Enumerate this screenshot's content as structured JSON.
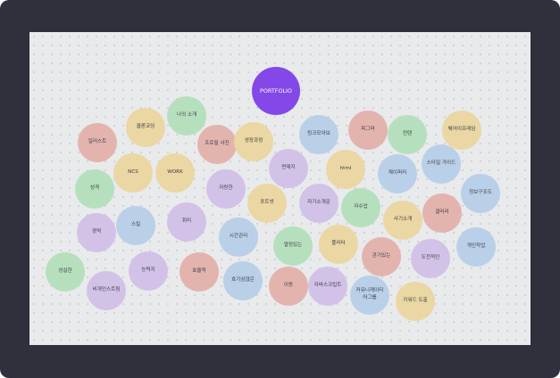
{
  "colors": {
    "frame": "#2e313b",
    "canvas": "#e9eaec",
    "pink": "#e3b4ae",
    "yellow": "#ead7a3",
    "green": "#b6e0bd",
    "blue": "#b9d0e8",
    "lavender": "#d2c2e8",
    "portfolio_purple": "#8448e8"
  },
  "board": {
    "center_label": "PORTFOLIO",
    "bubbles": [
      "나의 소개",
      "클론코딩",
      "일러스트",
      "프로필 사진",
      "성장과정",
      "링크모아보",
      "피그마",
      "컨텐",
      "웨어이프레임",
      "NCS",
      "WORK",
      "면재지",
      "html",
      "재이퍼리",
      "스타일 가이드",
      "성격",
      "자랑한",
      "포트넷",
      "자기소개문",
      "자수업",
      "정보구조도",
      "스킬",
      "취미",
      "사기소개",
      "갤러리",
      "경력",
      "시간관리",
      "열정있는",
      "플러터",
      "개인작업",
      "능력지",
      "관기있는",
      "도전적인",
      "성실한",
      "효율적",
      "호기심많은",
      "비개인스트림",
      "이동",
      "자바스크립트",
      "커뮤니케이터\n어그룹",
      "키워드 도출"
    ]
  }
}
